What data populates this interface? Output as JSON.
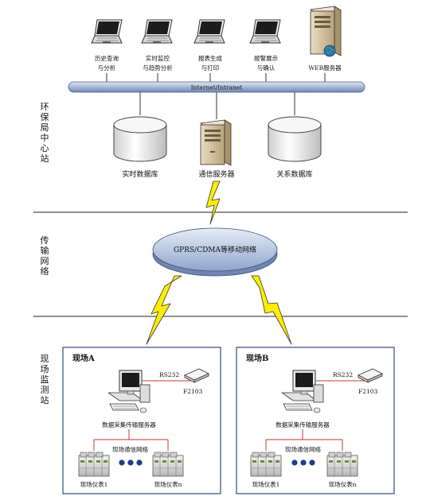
{
  "zones": {
    "center": "环保局中心站",
    "transport": "传输网络",
    "field": "现场监测站"
  },
  "laptops": [
    {
      "line1": "历史查询",
      "line2": "与分析"
    },
    {
      "line1": "实时监控",
      "line2": "与趋势分析"
    },
    {
      "line1": "报表生成",
      "line2": "与打印"
    },
    {
      "line1": "报警展示",
      "line2": "与确认"
    }
  ],
  "web_server": "WEB服务器",
  "bus": "Internet/Intranet",
  "realtime_db": "实时数据库",
  "comm_server": "通信服务器",
  "relational_db": "关系数据库",
  "mobile_network": "GPRS/CDMA等移动网络",
  "sites": [
    {
      "title": "现场A",
      "rs232": "RS232",
      "device": "F2103",
      "server": "数据采集传输服务器",
      "field_net": "现场通信网络",
      "meter_first": "现场仪表1",
      "meter_last": "现场仪表n"
    },
    {
      "title": "现场B",
      "rs232": "RS232",
      "device": "F2103",
      "server": "数据采集传输服务器",
      "field_net": "现场通信网络",
      "meter_first": "现场仪表1",
      "meter_last": "现场仪表n"
    }
  ],
  "colors": {
    "bus": "#a7b9d8",
    "cloud": "#b9c9e4",
    "lightning": "#ffee00",
    "field_link": "#c0392b",
    "dots": "#1f3c88"
  }
}
